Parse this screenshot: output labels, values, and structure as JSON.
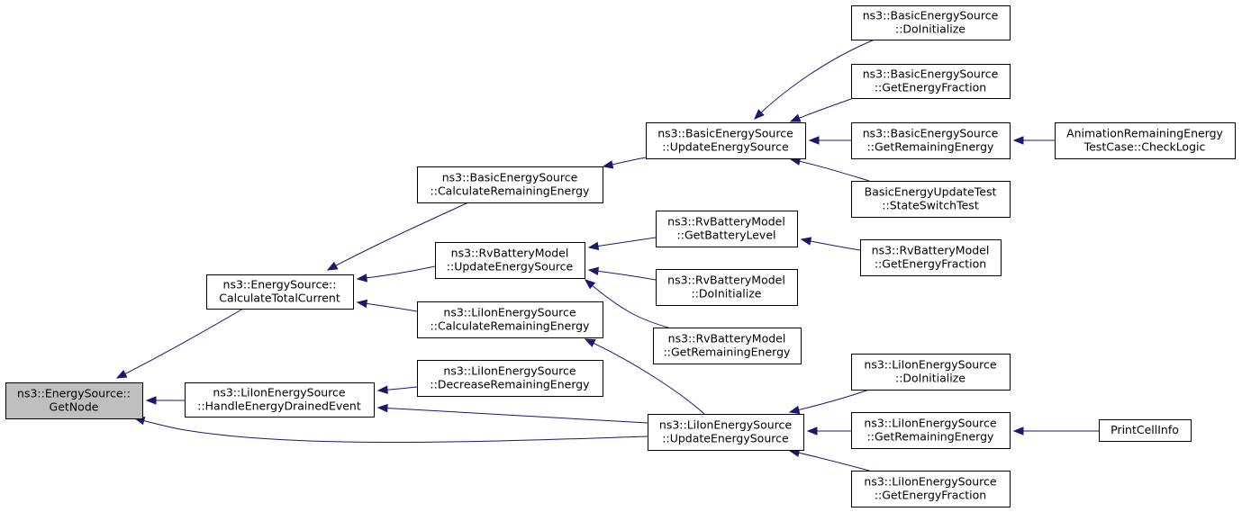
{
  "graph": {
    "edge_color": "#191970",
    "node_border_color": "#000000",
    "root_fill_color": "#bfbfbf",
    "nodes": [
      {
        "id": "n0",
        "lines": [
          "ns3::EnergySource::",
          "GetNode"
        ],
        "root": true
      },
      {
        "id": "n1",
        "lines": [
          "ns3::EnergySource::",
          "CalculateTotalCurrent"
        ]
      },
      {
        "id": "n2",
        "lines": [
          "ns3::LiIonEnergySource",
          "::HandleEnergyDrainedEvent"
        ]
      },
      {
        "id": "n3",
        "lines": [
          "ns3::BasicEnergySource",
          "::CalculateRemainingEnergy"
        ]
      },
      {
        "id": "n4",
        "lines": [
          "ns3::RvBatteryModel",
          "::UpdateEnergySource"
        ]
      },
      {
        "id": "n5",
        "lines": [
          "ns3::LiIonEnergySource",
          "::CalculateRemainingEnergy"
        ]
      },
      {
        "id": "n6",
        "lines": [
          "ns3::LiIonEnergySource",
          "::DecreaseRemainingEnergy"
        ]
      },
      {
        "id": "n7",
        "lines": [
          "ns3::BasicEnergySource",
          "::UpdateEnergySource"
        ]
      },
      {
        "id": "n8",
        "lines": [
          "ns3::RvBatteryModel",
          "::GetBatteryLevel"
        ]
      },
      {
        "id": "n9",
        "lines": [
          "ns3::RvBatteryModel",
          "::DoInitialize"
        ]
      },
      {
        "id": "n10",
        "lines": [
          "ns3::RvBatteryModel",
          "::GetRemainingEnergy"
        ]
      },
      {
        "id": "n11",
        "lines": [
          "ns3::LiIonEnergySource",
          "::UpdateEnergySource"
        ]
      },
      {
        "id": "n12",
        "lines": [
          "ns3::BasicEnergySource",
          "::DoInitialize"
        ]
      },
      {
        "id": "n13",
        "lines": [
          "ns3::BasicEnergySource",
          "::GetEnergyFraction"
        ]
      },
      {
        "id": "n14",
        "lines": [
          "ns3::BasicEnergySource",
          "::GetRemainingEnergy"
        ]
      },
      {
        "id": "n15",
        "lines": [
          "BasicEnergyUpdateTest",
          "::StateSwitchTest"
        ]
      },
      {
        "id": "n16",
        "lines": [
          "ns3::RvBatteryModel",
          "::GetEnergyFraction"
        ]
      },
      {
        "id": "n17",
        "lines": [
          "ns3::LiIonEnergySource",
          "::DoInitialize"
        ]
      },
      {
        "id": "n18",
        "lines": [
          "ns3::LiIonEnergySource",
          "::GetRemainingEnergy"
        ]
      },
      {
        "id": "n19",
        "lines": [
          "ns3::LiIonEnergySource",
          "::GetEnergyFraction"
        ]
      },
      {
        "id": "n20",
        "lines": [
          "AnimationRemainingEnergy",
          "TestCase::CheckLogic"
        ]
      },
      {
        "id": "n21",
        "lines": [
          "PrintCellInfo"
        ]
      }
    ],
    "edges": [
      {
        "from": "n1",
        "to": "n0"
      },
      {
        "from": "n2",
        "to": "n0"
      },
      {
        "from": "n11",
        "to": "n0"
      },
      {
        "from": "n3",
        "to": "n1"
      },
      {
        "from": "n4",
        "to": "n1"
      },
      {
        "from": "n5",
        "to": "n1"
      },
      {
        "from": "n6",
        "to": "n2"
      },
      {
        "from": "n11",
        "to": "n2"
      },
      {
        "from": "n7",
        "to": "n3"
      },
      {
        "from": "n8",
        "to": "n4"
      },
      {
        "from": "n9",
        "to": "n4"
      },
      {
        "from": "n10",
        "to": "n4"
      },
      {
        "from": "n11",
        "to": "n5"
      },
      {
        "from": "n12",
        "to": "n7"
      },
      {
        "from": "n13",
        "to": "n7"
      },
      {
        "from": "n14",
        "to": "n7"
      },
      {
        "from": "n15",
        "to": "n7"
      },
      {
        "from": "n16",
        "to": "n8"
      },
      {
        "from": "n17",
        "to": "n11"
      },
      {
        "from": "n18",
        "to": "n11"
      },
      {
        "from": "n19",
        "to": "n11"
      },
      {
        "from": "n20",
        "to": "n14"
      },
      {
        "from": "n21",
        "to": "n18"
      }
    ]
  }
}
